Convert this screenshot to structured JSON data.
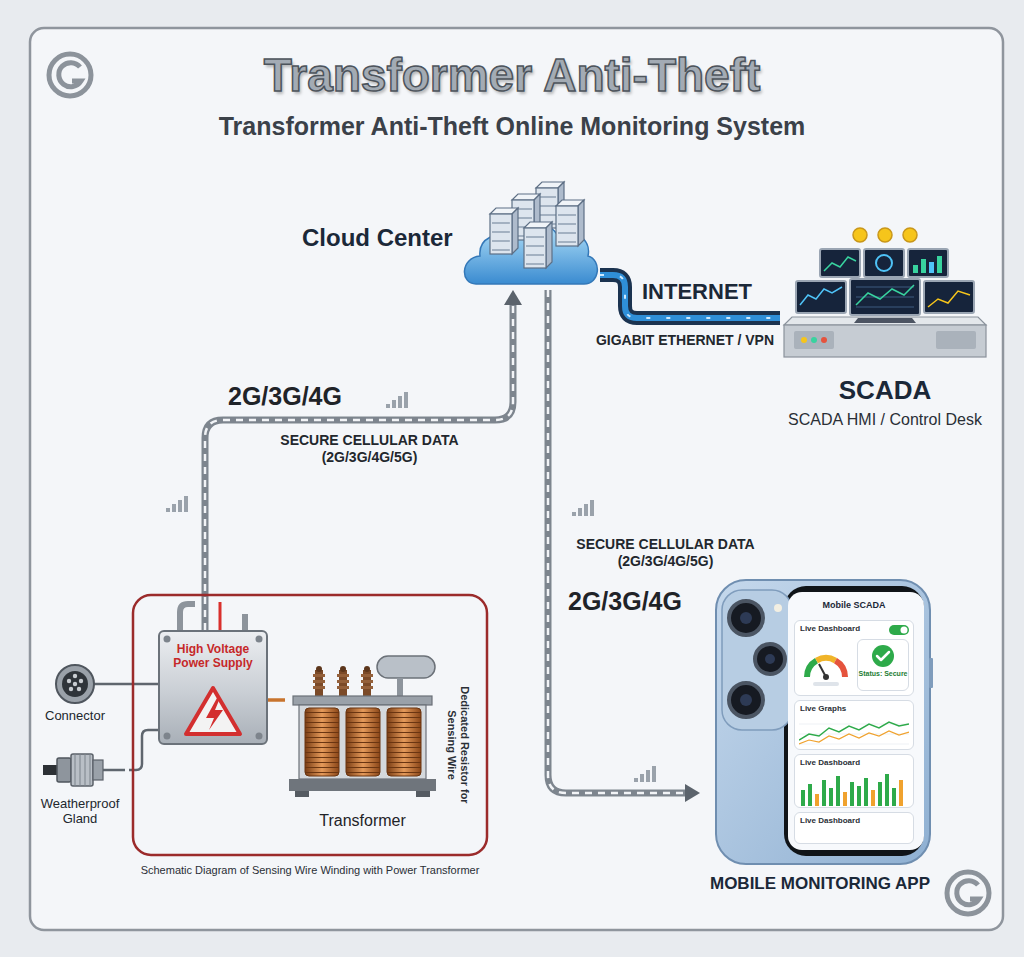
{
  "diagram": {
    "title": "Transformer Anti-Theft",
    "nodes": [
      {
        "text": [
          "Cloud Center"
        ]
      },
      {
        "text": [
          "SCADA",
          "SCADA HMI / Control Desk"
        ]
      },
      {
        "text": [
          "Schematic Diagram of Sensing Wire Winding with Power Transformer"
        ]
      },
      {
        "text": [
          "High Voltage Power Supply"
        ],
        "in": 2
      },
      {
        "text": [
          "Transformer"
        ],
        "in": 2
      },
      {
        "text": [
          "Connector"
        ]
      },
      {
        "text": [
          "Weatherproof Gland"
        ]
      },
      {
        "text": [
          "MOBILE MONITORING APP"
        ]
      },
      {
        "text": [
          "Mobile SCADA"
        ],
        "in": 7
      },
      {
        "text": [
          "Live Dashboard"
        ],
        "in": 8
      },
      {
        "text": [
          "Status: Secure"
        ],
        "in": 9
      },
      {
        "text": [
          "Live Graphs"
        ],
        "in": 8
      },
      {
        "text": [
          "Live Dashboard"
        ],
        "in": 8
      },
      {
        "text": [
          "Live Dashboard"
        ],
        "in": 8
      }
    ],
    "edges": [
      {
        "from": 3,
        "to": 0,
        "arrow": "to",
        "label": "2G/3G/4G"
      },
      {
        "from": 0,
        "to": 1,
        "arrow": "none",
        "label": "INTERNET"
      },
      {
        "from": 0,
        "to": 7,
        "arrow": "to",
        "label": "2G/3G/4G"
      },
      {
        "from": 5,
        "to": 3,
        "arrow": "none"
      },
      {
        "from": 6,
        "to": 3,
        "arrow": "none"
      },
      {
        "from": 3,
        "to": 4,
        "arrow": "none"
      }
    ],
    "labels": [
      "Transformer Anti-Theft Online Monitoring System",
      "SECURE CELLULAR DATA (2G/3G/4G/5G)",
      "GIGABIT ETHERNET / VPN",
      "SECURE CELLULAR DATA (2G/3G/4G/5G)",
      "Dedicated Resistor for Sensing Wire"
    ]
  }
}
